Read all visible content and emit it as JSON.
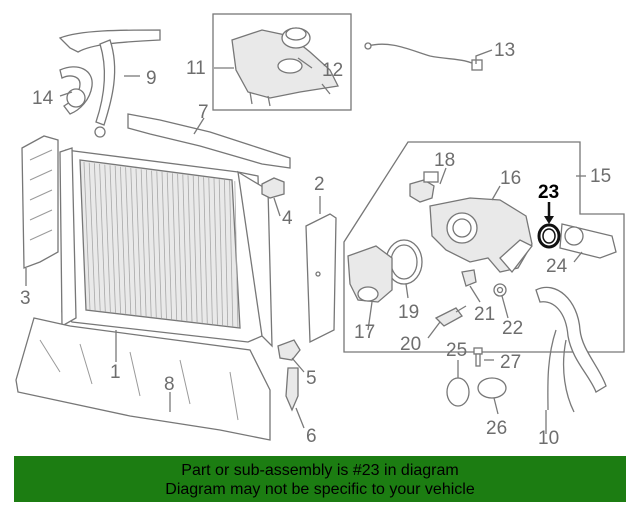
{
  "diagram": {
    "callouts": [
      {
        "id": "c1",
        "label": "1"
      },
      {
        "id": "c2",
        "label": "2"
      },
      {
        "id": "c3",
        "label": "3"
      },
      {
        "id": "c4",
        "label": "4"
      },
      {
        "id": "c5",
        "label": "5"
      },
      {
        "id": "c6",
        "label": "6"
      },
      {
        "id": "c7",
        "label": "7"
      },
      {
        "id": "c8",
        "label": "8"
      },
      {
        "id": "c9",
        "label": "9"
      },
      {
        "id": "c10",
        "label": "10"
      },
      {
        "id": "c11",
        "label": "11"
      },
      {
        "id": "c12",
        "label": "12"
      },
      {
        "id": "c13",
        "label": "13"
      },
      {
        "id": "c14",
        "label": "14"
      },
      {
        "id": "c15",
        "label": "15"
      },
      {
        "id": "c16",
        "label": "16"
      },
      {
        "id": "c17",
        "label": "17"
      },
      {
        "id": "c18",
        "label": "18"
      },
      {
        "id": "c19",
        "label": "19"
      },
      {
        "id": "c20",
        "label": "20"
      },
      {
        "id": "c21",
        "label": "21"
      },
      {
        "id": "c22",
        "label": "22"
      },
      {
        "id": "c23",
        "label": "23",
        "highlighted": true
      },
      {
        "id": "c24",
        "label": "24"
      },
      {
        "id": "c25",
        "label": "25"
      },
      {
        "id": "c26",
        "label": "26"
      },
      {
        "id": "c27",
        "label": "27"
      }
    ],
    "highlight_color": "#000000"
  },
  "banner": {
    "line1": "Part or sub-assembly is #23 in diagram",
    "line2": "Diagram may not be specific to your vehicle",
    "background": "#1c7d12"
  }
}
